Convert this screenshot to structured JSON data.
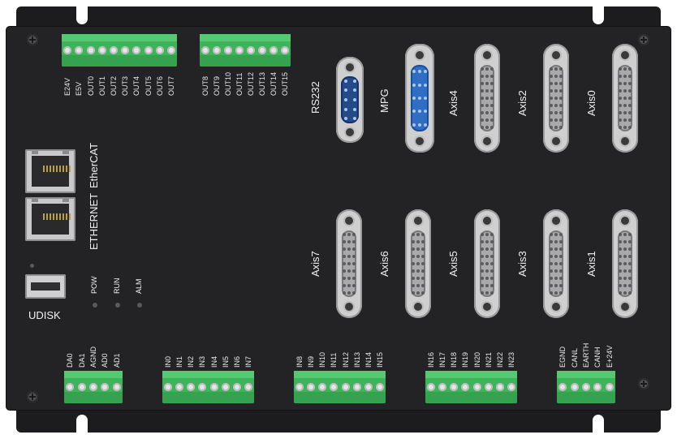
{
  "top_terminals": {
    "left": {
      "labels": [
        "E24V",
        "E5V",
        "OUT0",
        "OUT1",
        "OUT2",
        "OUT3",
        "OUT4",
        "OUT5",
        "OUT6",
        "OUT7"
      ]
    },
    "right": {
      "labels": [
        "OUT8",
        "OUT9",
        "OUT10",
        "OUT11",
        "OUT12",
        "OUT13",
        "OUT14",
        "OUT15"
      ]
    }
  },
  "top_connectors": [
    {
      "label": "RS232",
      "color": "navy"
    },
    {
      "label": "MPG",
      "color": "blue"
    },
    {
      "label": "Axis4",
      "color": "grey"
    },
    {
      "label": "Axis2",
      "color": "grey"
    },
    {
      "label": "Axis0",
      "color": "grey"
    }
  ],
  "bottom_connectors": [
    {
      "label": "Axis7"
    },
    {
      "label": "Axis6"
    },
    {
      "label": "Axis5"
    },
    {
      "label": "Axis3"
    },
    {
      "label": "Axis1"
    }
  ],
  "ports": {
    "ethercat_label": "EtherCAT",
    "ethernet_label": "ETHERNET",
    "udisk_label": "UDISK"
  },
  "status_leds": [
    "POW",
    "RUN",
    "ALM"
  ],
  "bottom_terminals": {
    "analog": {
      "labels": [
        "DA0",
        "DA1",
        "AGND",
        "AD0",
        "AD1"
      ]
    },
    "in_low": {
      "labels": [
        "IN0",
        "IN1",
        "IN2",
        "IN3",
        "IN4",
        "IN5",
        "IN6",
        "IN7"
      ]
    },
    "in_mid": {
      "labels": [
        "IN8",
        "IN9",
        "IN10",
        "IN11",
        "IN12",
        "IN13",
        "IN14",
        "IN15"
      ]
    },
    "in_high": {
      "labels": [
        "IN16",
        "IN17",
        "IN18",
        "IN19",
        "IN20",
        "IN21",
        "IN22",
        "IN23"
      ]
    },
    "can": {
      "labels": [
        "EGND",
        "CANL",
        "EARTH",
        "CANH",
        "E+24V"
      ]
    }
  },
  "colors": {
    "chassis": "#1c1c1e",
    "board": "#232326",
    "terminal_green": "#3db45a",
    "connector_grey": "#cfcfcf",
    "mpg_blue": "#2f6ec4",
    "rs232_navy": "#244a8a"
  }
}
